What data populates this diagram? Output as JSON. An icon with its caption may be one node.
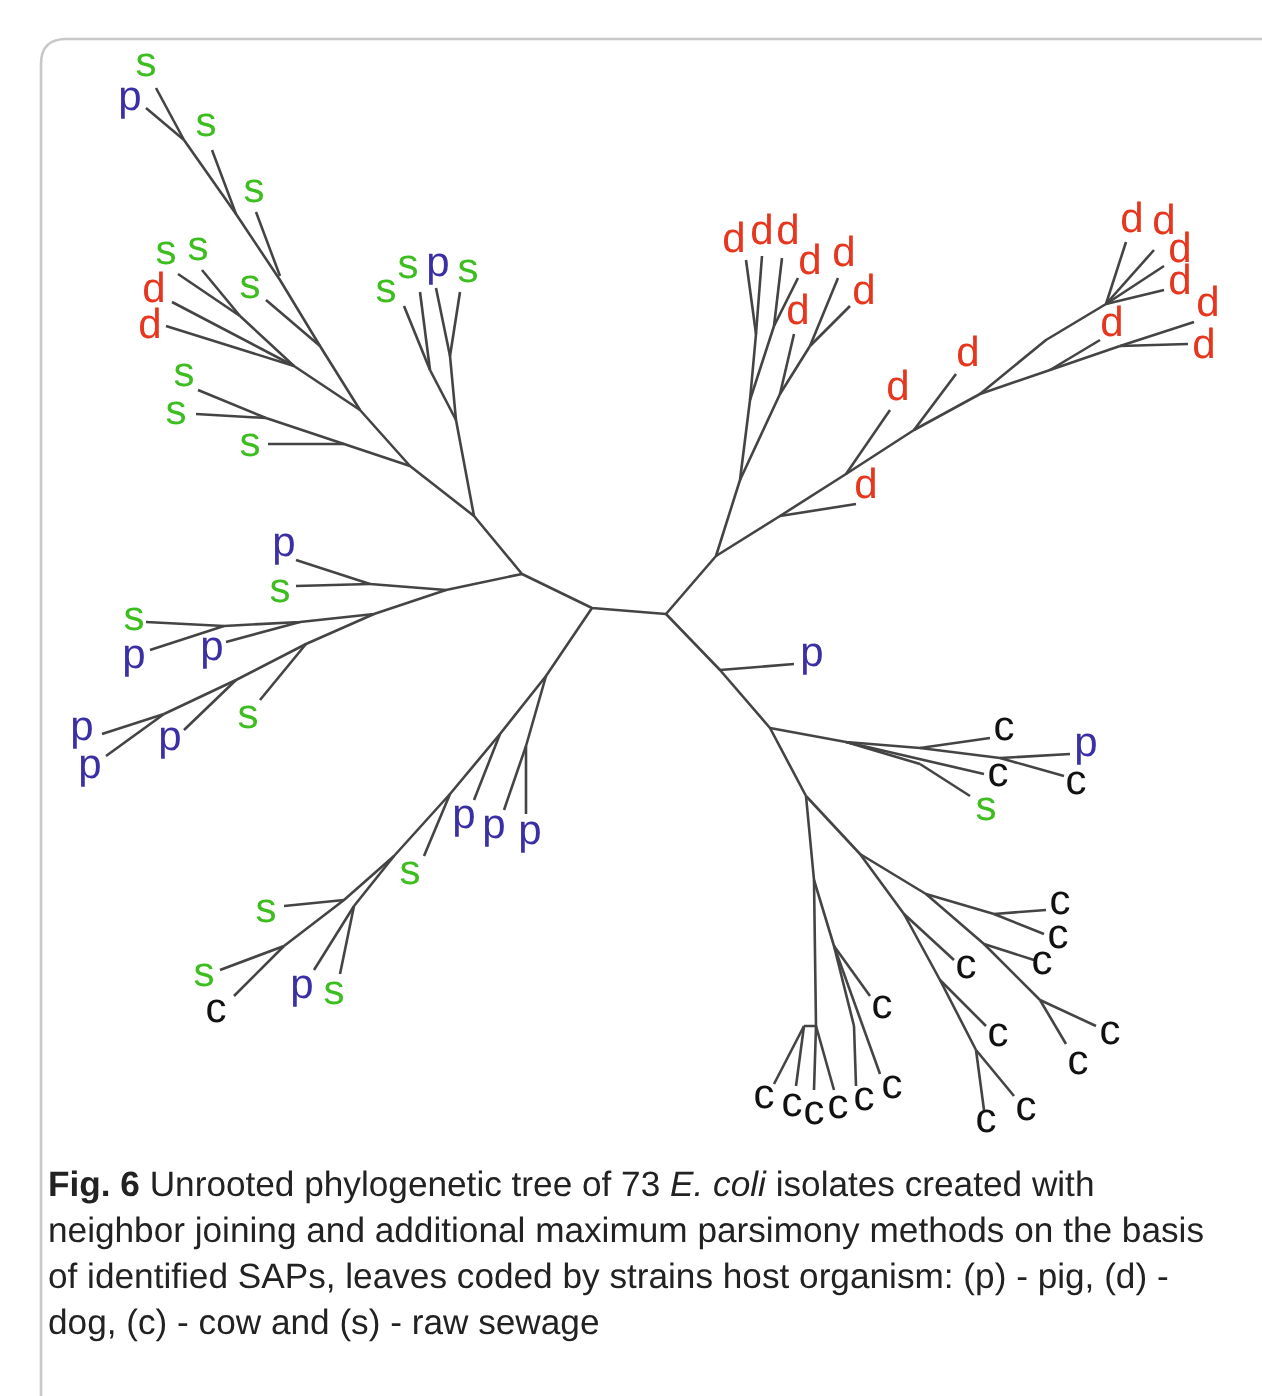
{
  "diagram": {
    "caption": "**Fig. 6** Unrooted phylogenetic tree of 73 *E. coli* isolates created with neighbor joining and additional maximum parsimony methods on the basis of identified SAPs, leaves coded by strains host organism: (p) - pig, (d) - dog, (c) - cow and (s) - raw sewage",
    "labels": [
      "s",
      "p",
      "s",
      "s",
      "s",
      "s",
      "s",
      "d",
      "d",
      "s",
      "s",
      "s",
      "s",
      "s",
      "p",
      "s",
      "p",
      "s",
      "s",
      "p",
      "p",
      "p",
      "p",
      "p",
      "s",
      "p",
      "p",
      "p",
      "s",
      "s",
      "s",
      "p",
      "s",
      "c",
      "d",
      "d",
      "d",
      "d",
      "d",
      "d",
      "d",
      "d",
      "d",
      "d",
      "d",
      "d",
      "d",
      "d",
      "d",
      "d",
      "d",
      "p",
      "c",
      "p",
      "c",
      "c",
      "s",
      "c",
      "c",
      "c",
      "c",
      "c",
      "c",
      "c",
      "c",
      "c",
      "c",
      "c",
      "c",
      "c",
      "c",
      "c",
      "c"
    ]
  }
}
